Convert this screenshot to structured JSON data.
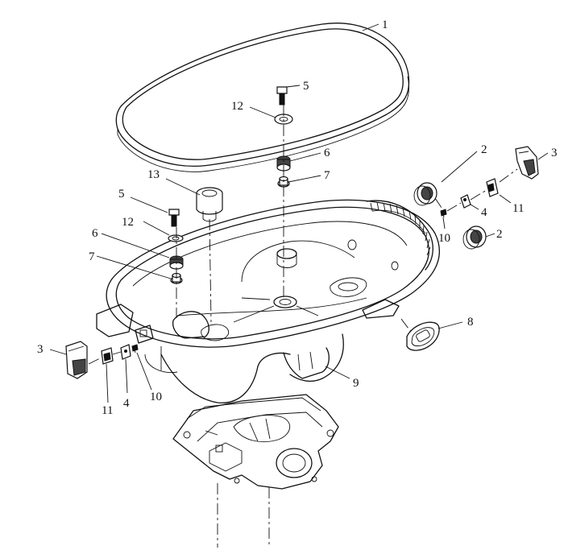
{
  "diagram": {
    "callouts": [
      {
        "id": "c1",
        "text": "1"
      },
      {
        "id": "c5a",
        "text": "5"
      },
      {
        "id": "c12a",
        "text": "12"
      },
      {
        "id": "c6a",
        "text": "6"
      },
      {
        "id": "c7a",
        "text": "7"
      },
      {
        "id": "c2a",
        "text": "2"
      },
      {
        "id": "c3a",
        "text": "3"
      },
      {
        "id": "c11a",
        "text": "11"
      },
      {
        "id": "c4a",
        "text": "4"
      },
      {
        "id": "c10a",
        "text": "10"
      },
      {
        "id": "c2b",
        "text": "2"
      },
      {
        "id": "c13",
        "text": "13"
      },
      {
        "id": "c5b",
        "text": "5"
      },
      {
        "id": "c12b",
        "text": "12"
      },
      {
        "id": "c6b",
        "text": "6"
      },
      {
        "id": "c7b",
        "text": "7"
      },
      {
        "id": "c8",
        "text": "8"
      },
      {
        "id": "c9",
        "text": "9"
      },
      {
        "id": "c3b",
        "text": "3"
      },
      {
        "id": "c11b",
        "text": "11"
      },
      {
        "id": "c4b",
        "text": "4"
      },
      {
        "id": "c10b",
        "text": "10"
      }
    ]
  }
}
